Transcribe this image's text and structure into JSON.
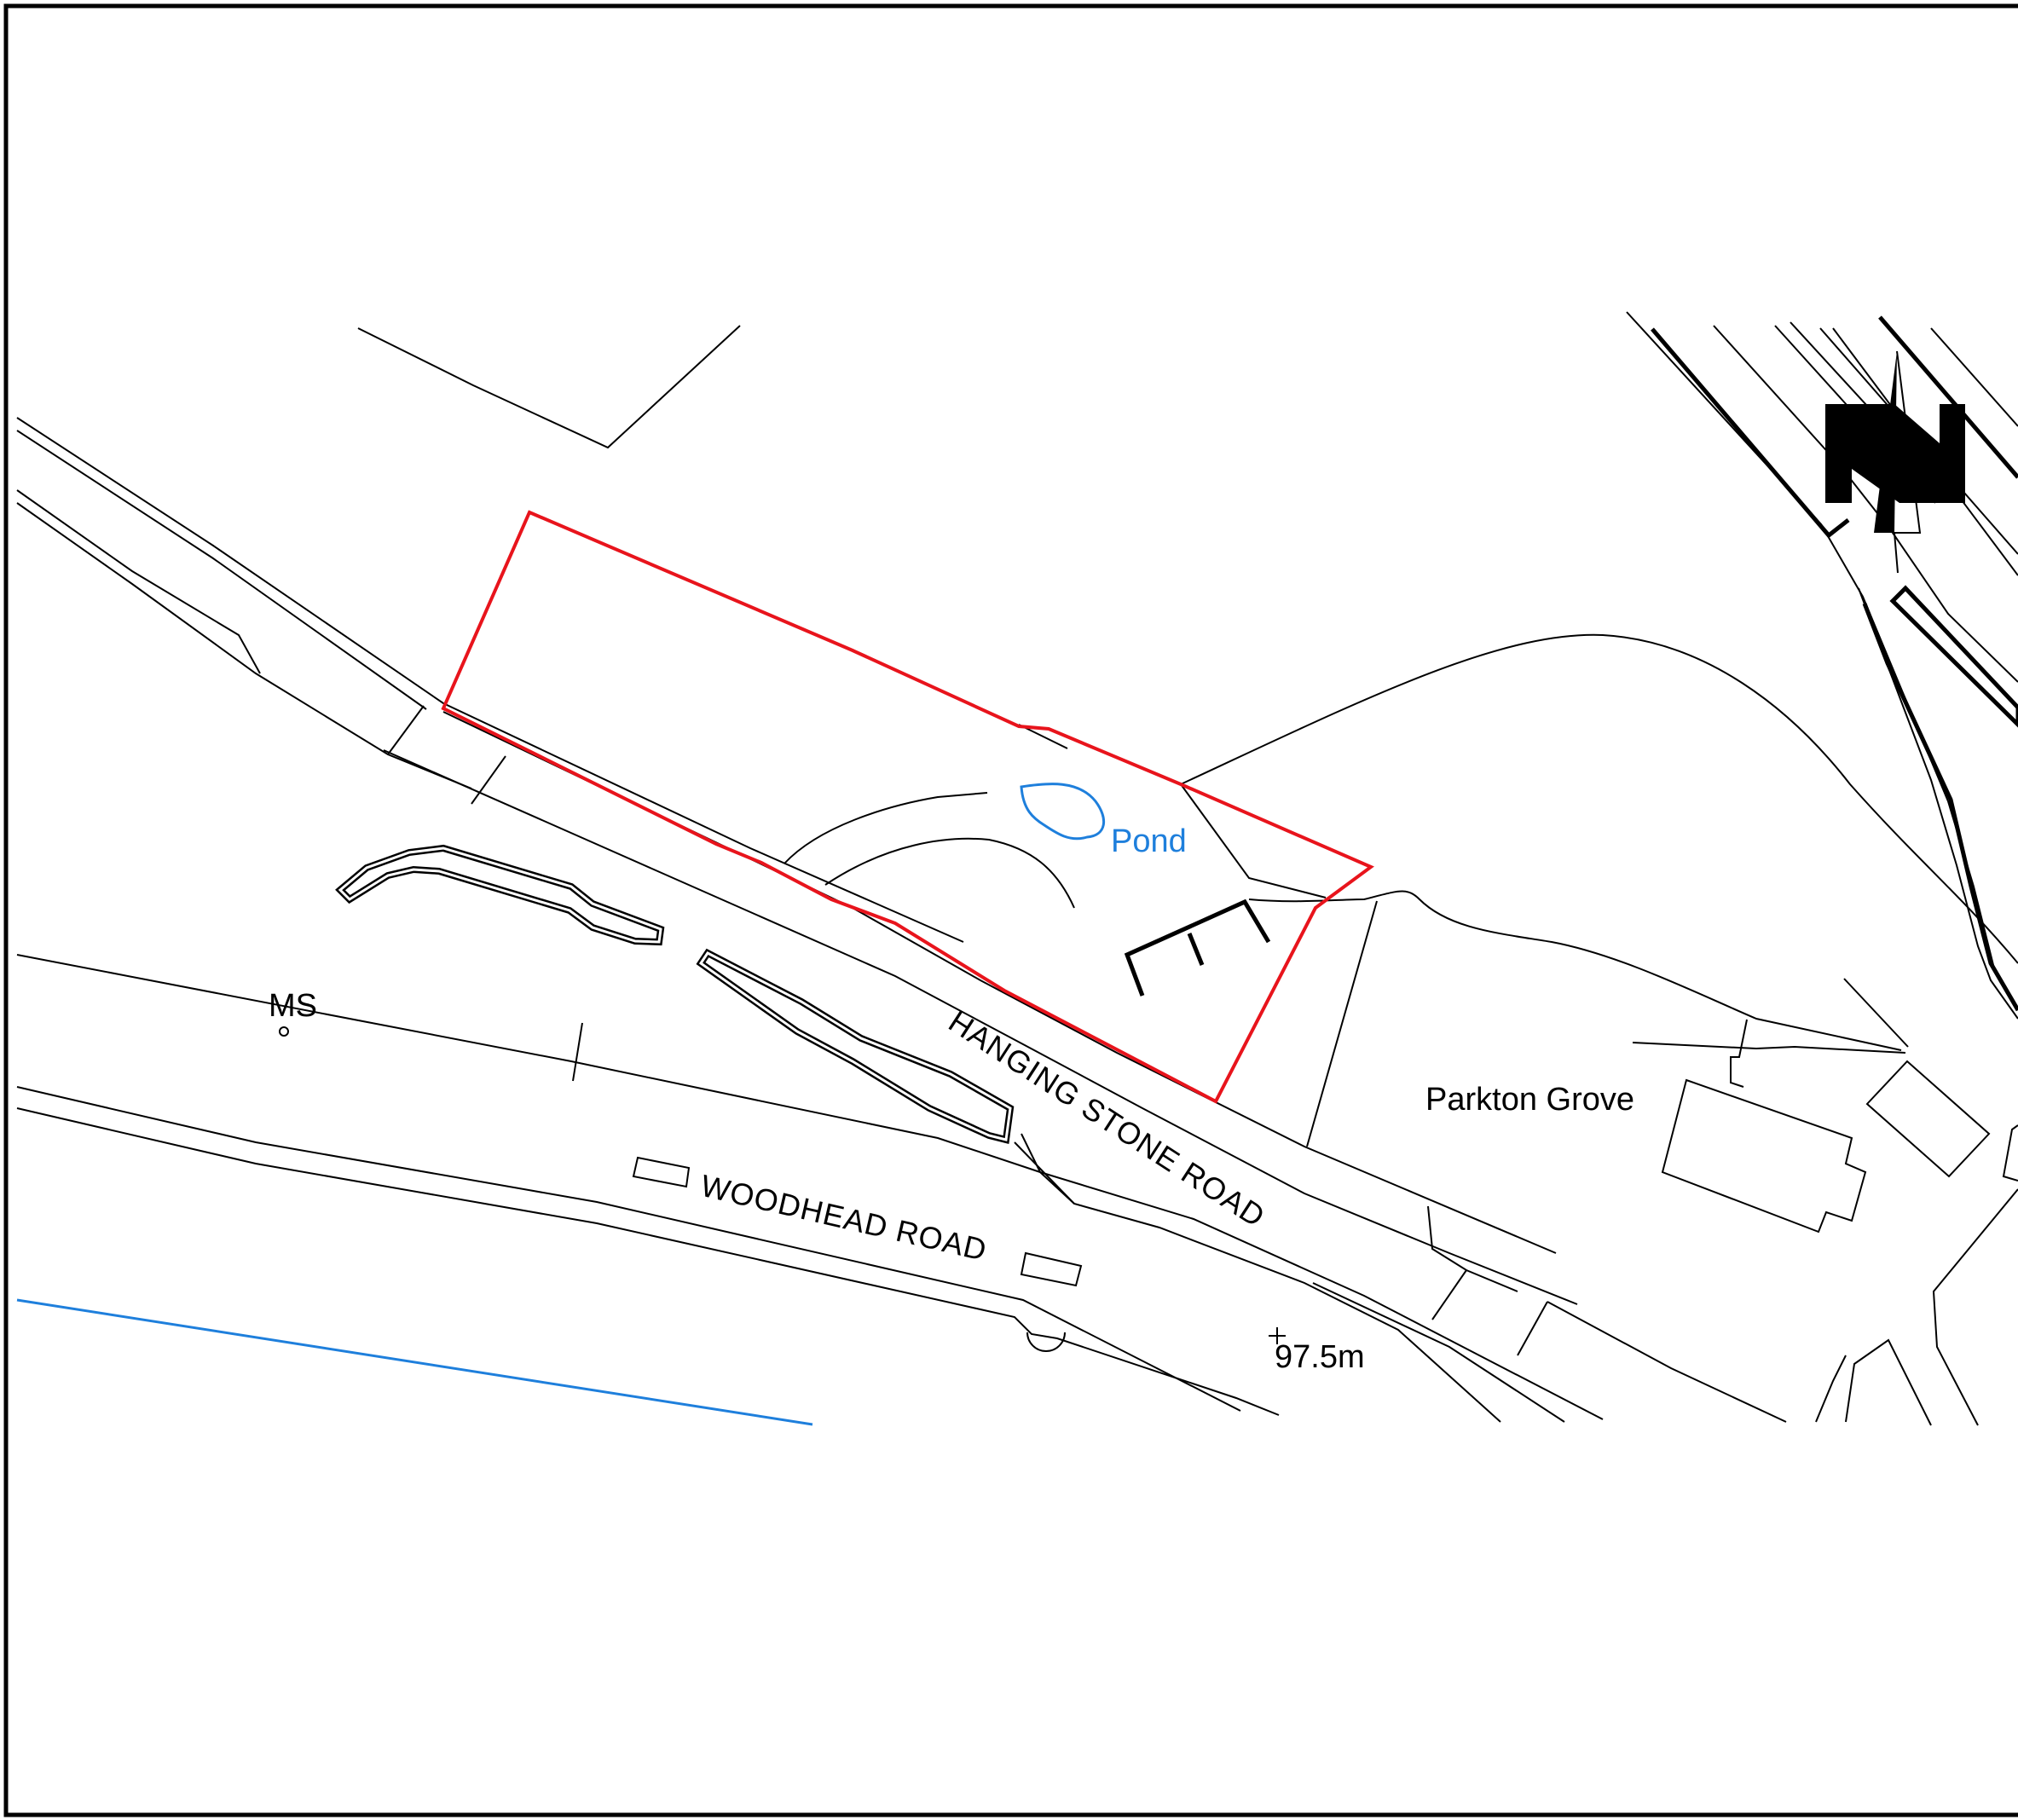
{
  "map": {
    "labels": {
      "hanging_stone_road": "HANGING STONE ROAD",
      "woodhead_road": "WOODHEAD ROAD",
      "parkton_grove": "Parkton Grove",
      "pond": "Pond",
      "ms": "MS",
      "spot_height": "97.5m"
    },
    "north_arrow": {
      "letter": "N",
      "icon": "north-arrow-icon"
    },
    "colors": {
      "site_boundary": "#e8141c",
      "water": "#1e7fdc",
      "linework": "#000000",
      "frame": "#000000",
      "background": "#ffffff"
    }
  }
}
